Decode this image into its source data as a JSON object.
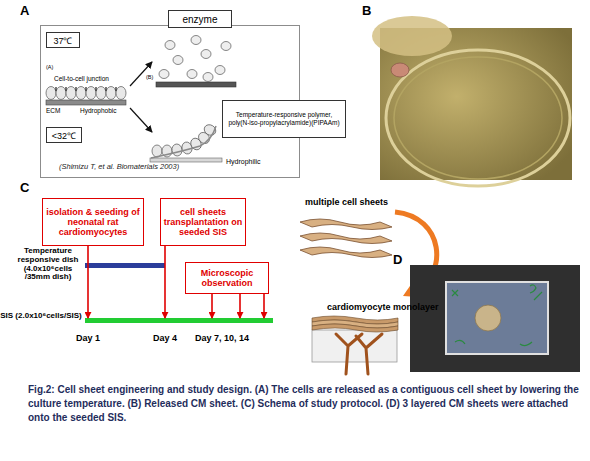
{
  "diagram": {
    "caption": "Fig.2: Cell sheet engineering and study design. (A) The cells are released as a contiguous cell sheet by lowering the culture temperature. (B) Released CM sheet. (C) Schema of study protocol. (D) 3 layered CM sheets were attached onto the seeded SIS.",
    "nodes": [
      {
        "text": [
          "(Shimizu T, et al.  Biomaterials 2003)"
        ]
      },
      {
        "text": [
          "37℃"
        ],
        "in": 0
      },
      {
        "text": [
          "enzyme"
        ],
        "in": 0
      },
      {
        "text": [
          "<32℃"
        ],
        "in": 0
      },
      {
        "text": [
          "Temperature-responsive polymer, poly(N-iso-propylacrylamide)(PIPAAm)"
        ],
        "in": 0
      },
      {
        "text": [
          "isolation & seeding of neonatal rat cardiomyocytes"
        ]
      },
      {
        "text": [
          "cell sheets transplantation on seeded SIS"
        ]
      },
      {
        "text": [
          "Temperature responsive dish (4.0x10⁶cells /35mm dish)"
        ]
      },
      {
        "text": [
          "Microscopic observation"
        ]
      },
      {
        "text": [
          "SIS (2.0x10⁶cells/SIS)"
        ]
      }
    ],
    "edges": [
      {
        "from": 5,
        "to": 9,
        "arrow": "to"
      },
      {
        "from": 6,
        "to": 9,
        "arrow": "to"
      },
      {
        "from": 8,
        "to": 9,
        "arrow": "to"
      },
      {
        "from": 8,
        "to": 9,
        "arrow": "to"
      },
      {
        "from": 8,
        "to": 9,
        "arrow": "to"
      }
    ],
    "labels": [
      "A",
      "B",
      "C",
      "D",
      "Cell-to-cell junction",
      "(A)",
      "ECM",
      "Hydrophobic",
      "(B)",
      "Hydrophilic",
      "multiple cell sheets",
      "cardiomyocyte monolayer",
      "Day 1",
      "Day 4",
      "Day 7, 10, 14"
    ]
  }
}
